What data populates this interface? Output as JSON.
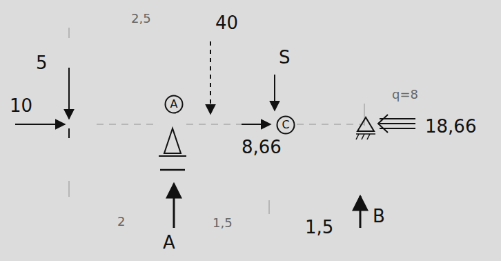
{
  "diagram": {
    "nodes": [
      {
        "text": [
          "A"
        ]
      },
      {
        "text": [
          "C"
        ]
      }
    ],
    "labels": [
      "2,5",
      "40",
      "5",
      "10",
      "S",
      "8,66",
      "q=8",
      "18,66",
      "A",
      "B",
      "2",
      "1,5",
      "1,5"
    ]
  }
}
